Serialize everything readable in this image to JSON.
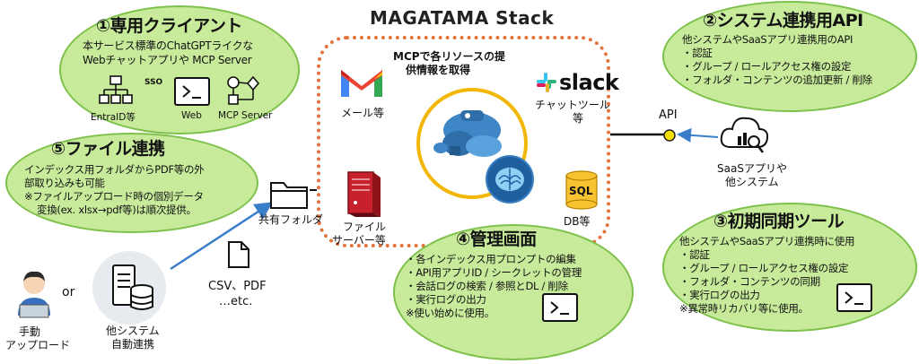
{
  "stack": {
    "title": "MAGATAMA Stack",
    "mcp_text_1": "MCPで各リソースの提",
    "mcp_text_2": "供情報を取得",
    "mail_label": "メール等",
    "chat_label_1": "チャットツール",
    "chat_label_2": "等",
    "slack_word": "slack",
    "file_server_1": "ファイル",
    "file_server_2": "サーバー等",
    "db_label": "DB等",
    "sql_label": "SQL"
  },
  "client": {
    "title": "①専用クライアント",
    "line1": "本サービス標準のChatGPTライクな",
    "line2": "Webチャットアプリや MCP  Server",
    "sso": "SSO",
    "entraid": "EntraID等",
    "web": "Web",
    "mcp_server": "MCP Server"
  },
  "api": {
    "title": "②システム連携用API",
    "line1": "他システムやSaaSアプリ連携用のAPI",
    "line2": "・認証",
    "line3": "・グループ / ロールアクセス権の設定",
    "line4": "・フォルダ・コンテンツの追加更新 / 削除",
    "api_label": "API",
    "saas_1": "SaaSアプリや",
    "saas_2": "他システム"
  },
  "file": {
    "title": "⑤ファイル連携",
    "line1": "インデックス用フォルダからPDF等の外",
    "line2": "部取り込みも可能",
    "line3": "※ファイルアップロード時の個別データ",
    "line4": "変換(ex. xlsx→pdf等)は順次提供。",
    "shared_folder": "共有フォルダ",
    "csv_1": "CSV、PDF",
    "csv_2": "…etc.",
    "manual_1": "手動",
    "manual_2": "アップロード",
    "or": "or",
    "other_1": "他システム",
    "other_2": "自動連携"
  },
  "admin": {
    "title": "④管理画面",
    "line1": "・各インデックス用プロンプトの編集",
    "line2": "・API用アプリID / シークレットの管理",
    "line3": "・会話ログの検索 / 参照とDL / 削除",
    "line4": "・実行ログの出力",
    "line5": "※使い始めに使用。"
  },
  "sync": {
    "title": "③初期同期ツール",
    "line1": "他システムやSaaSアプリ連携時に使用",
    "line2": "・認証",
    "line3": "・グループ / ロールアクセス権の設定",
    "line4": "・フォルダ・コンテンツの同期",
    "line5": "・実行ログの出力",
    "line6": "※異常時リカバリ等に使用。"
  },
  "colors": {
    "bubble_fill": "#c8eb9b",
    "bubble_border": "#7dc14a",
    "stack_border": "#e2723e",
    "center_ring": "#f2b705",
    "arrow_blue": "#3a7dc9"
  }
}
